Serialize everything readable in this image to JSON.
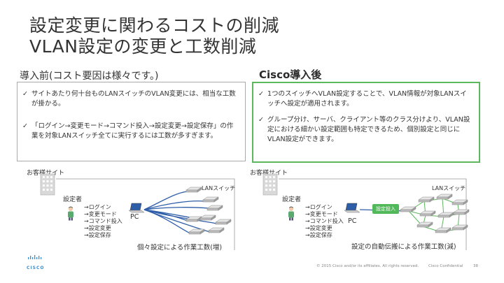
{
  "title": {
    "line1": "設定変更に関わるコストの削減",
    "line2": "VLAN設定の変更と工数削減"
  },
  "before": {
    "heading": "導入前(コスト要因は様々です。)",
    "bullets": [
      "サイトあたり何十台ものLANスイッチのVLAN変更には、相当な工数が掛かる。",
      "「ログイン→変更モード→コマンド投入→設定変更→設定保存」の作業を対象LANスイッチ全てに実行するには工数が多すぎます。"
    ],
    "site_label": "お客様サイト",
    "switch_label": "LANスイッチ",
    "admin_label": "設定者",
    "steps": [
      "→ログイン",
      "→変更モード",
      "→コマンド投入",
      "→設定変更",
      "→設定保存"
    ],
    "pc_label": "PC",
    "caption": "個々設定による作業工数(増)"
  },
  "after": {
    "heading": "Cisco導入後",
    "bullets": [
      "1つのスイッチへVLAN設定することで、VLAN情報が対象LANスイッチへ設定が適用されます。",
      "グループ分け、サーバ、クライアント等のクラス分けより、VLAN設定における細かい設定範囲も特定できるため、個別設定と同じにVLAN設定ができます。"
    ],
    "site_label": "お客様サイト",
    "switch_label": "LANスイッチ",
    "admin_label": "設定者",
    "steps": [
      "→ログイン",
      "→変更モード",
      "→コマンド投入",
      "→設定変更",
      "→設定保存"
    ],
    "pc_label": "PC",
    "badge": "設定投入",
    "caption": "設定の自動伝搬による作業工数(減)"
  },
  "footer": {
    "logo": "CISCO",
    "copyright": "© 2015 Cisco and/or its affiliates. All rights reserved.",
    "confidential": "Cisco Confidential",
    "page": "38"
  },
  "colors": {
    "accent_green": "#5cb85c",
    "cable_blue": "#2f5ea8",
    "frame_gray": "#aaaaaa"
  }
}
